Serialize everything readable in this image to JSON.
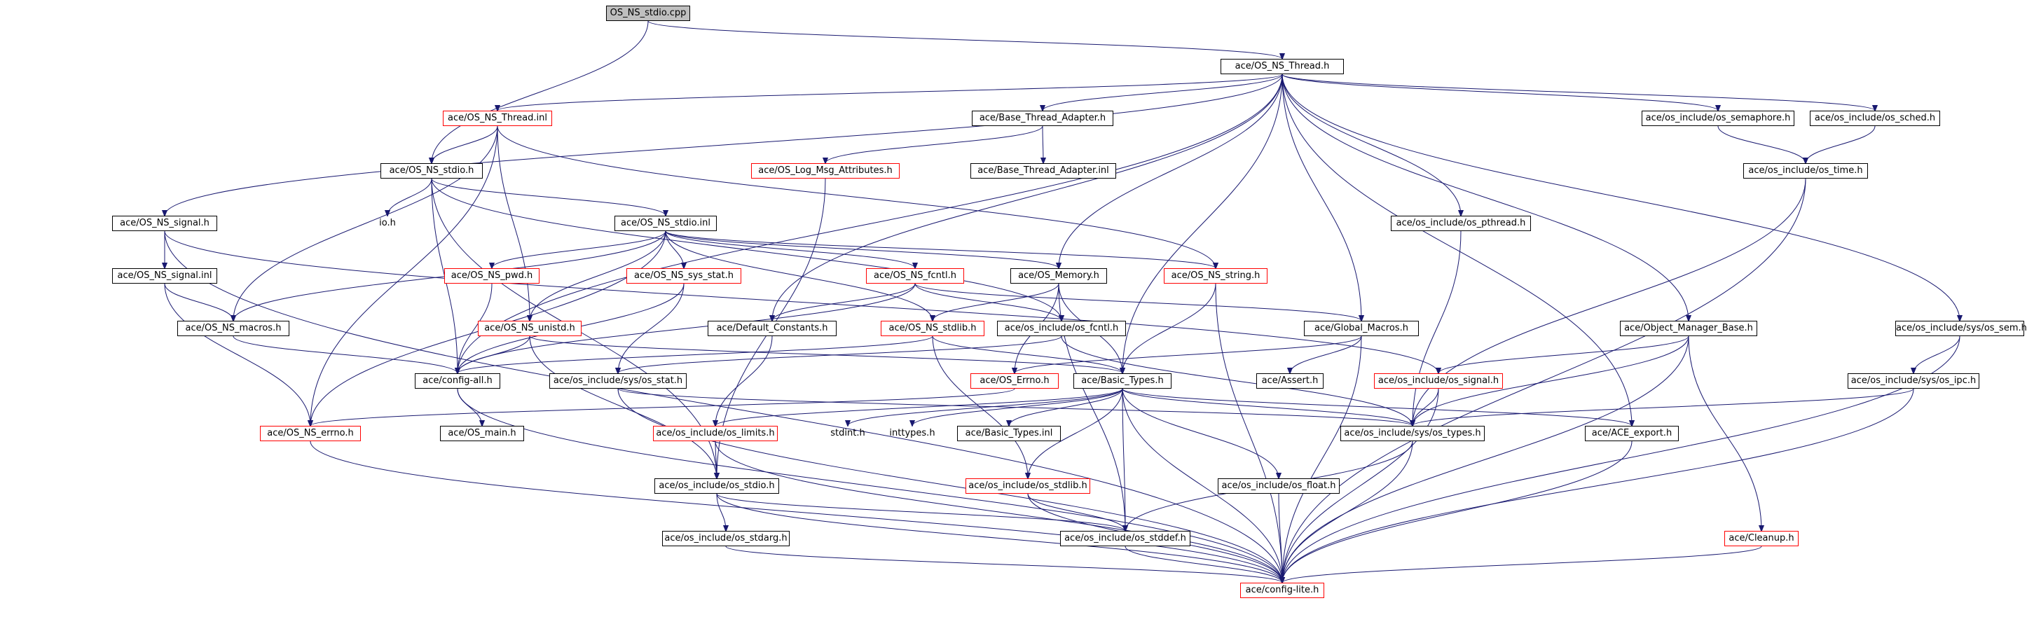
{
  "colors": {
    "edge": "#191970",
    "border": "#000000",
    "incomplete_border": "#ff0000",
    "root_fill": "#bfbfbf"
  },
  "nodes": {
    "root": "OS_NS_stdio.cpp",
    "os_ns_thread_h": "ace/OS_NS_Thread.h",
    "os_ns_thread_inl": "ace/OS_NS_Thread.inl",
    "base_thread_adapter_h": "ace/Base_Thread_Adapter.h",
    "os_semaphore_h": "ace/os_include/os_semaphore.h",
    "os_sched_h": "ace/os_include/os_sched.h",
    "os_ns_stdio_h": "ace/OS_NS_stdio.h",
    "os_log_msg_attributes_h": "ace/OS_Log_Msg_Attributes.h",
    "base_thread_adapter_inl": "ace/Base_Thread_Adapter.inl",
    "os_time_h": "ace/os_include/os_time.h",
    "os_ns_signal_h": "ace/OS_NS_signal.h",
    "io_h": "io.h",
    "os_ns_stdio_inl": "ace/OS_NS_stdio.inl",
    "os_pthread_h": "ace/os_include/os_pthread.h",
    "os_ns_signal_inl": "ace/OS_NS_signal.inl",
    "os_ns_pwd_h": "ace/OS_NS_pwd.h",
    "os_ns_sys_stat_h": "ace/OS_NS_sys_stat.h",
    "os_ns_fcntl_h": "ace/OS_NS_fcntl.h",
    "os_memory_h": "ace/OS_Memory.h",
    "os_ns_string_h": "ace/OS_NS_string.h",
    "os_ns_macros_h": "ace/OS_NS_macros.h",
    "os_ns_unistd_h": "ace/OS_NS_unistd.h",
    "default_constants_h": "ace/Default_Constants.h",
    "os_ns_stdlib_h": "ace/OS_NS_stdlib.h",
    "os_fcntl_h": "ace/os_include/os_fcntl.h",
    "global_macros_h": "ace/Global_Macros.h",
    "object_manager_base_h": "ace/Object_Manager_Base.h",
    "sys_os_sem_h": "ace/os_include/sys/os_sem.h",
    "config_all_h": "ace/config-all.h",
    "sys_os_stat_h": "ace/os_include/sys/os_stat.h",
    "os_errno_h": "ace/OS_Errno.h",
    "basic_types_h": "ace/Basic_Types.h",
    "assert_h": "ace/Assert.h",
    "os_signal_h": "ace/os_include/os_signal.h",
    "sys_os_ipc_h": "ace/os_include/sys/os_ipc.h",
    "os_ns_errno_h": "ace/OS_NS_errno.h",
    "os_main_h": "ace/OS_main.h",
    "os_limits_h": "ace/os_include/os_limits.h",
    "stdint_h": "stdint.h",
    "inttypes_h": "inttypes.h",
    "basic_types_inl": "ace/Basic_Types.inl",
    "sys_os_types_h": "ace/os_include/sys/os_types.h",
    "ace_export_h": "ace/ACE_export.h",
    "os_stdio_h": "ace/os_include/os_stdio.h",
    "os_stdlib_h": "ace/os_include/os_stdlib.h",
    "os_float_h": "ace/os_include/os_float.h",
    "os_stdarg_h": "ace/os_include/os_stdarg.h",
    "os_stddef_h": "ace/os_include/os_stddef.h",
    "cleanup_h": "ace/Cleanup.h",
    "config_lite_h": "ace/config-lite.h"
  }
}
